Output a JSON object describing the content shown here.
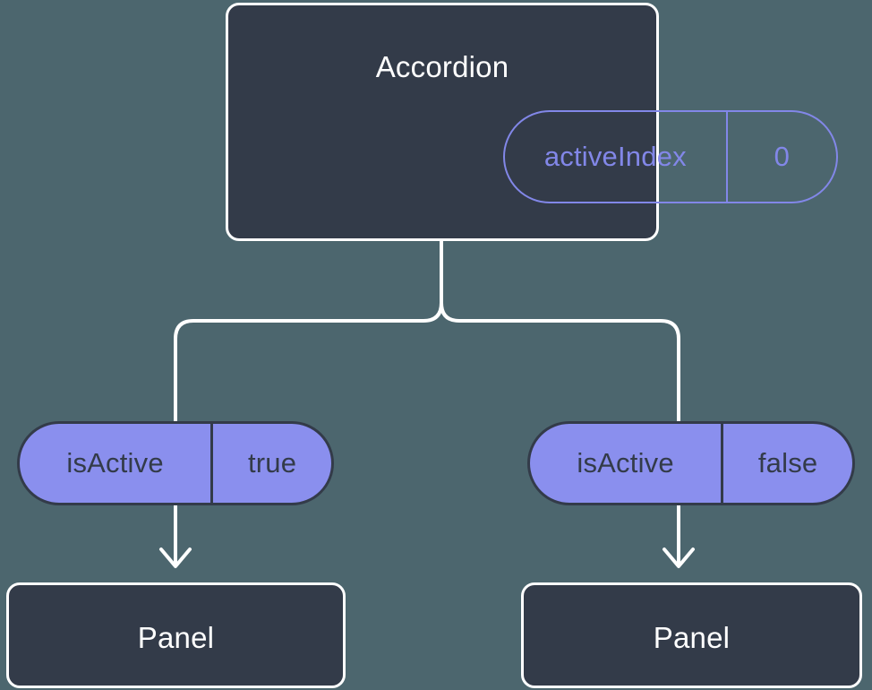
{
  "diagram": {
    "title_hidden": "",
    "background_color": "#4c666e",
    "box_fill_color": "#333b49",
    "box_border_color": "#ffffff",
    "accent_color": "#8a8fee",
    "outline_accent_color": "#8287e8",
    "connector_color": "#ffffff"
  },
  "root": {
    "name": "Accordion",
    "state": {
      "key": "activeIndex",
      "value": "0"
    }
  },
  "children": [
    {
      "prop": {
        "key": "isActive",
        "value": "true"
      },
      "name": "Panel"
    },
    {
      "prop": {
        "key": "isActive",
        "value": "false"
      },
      "name": "Panel"
    }
  ]
}
